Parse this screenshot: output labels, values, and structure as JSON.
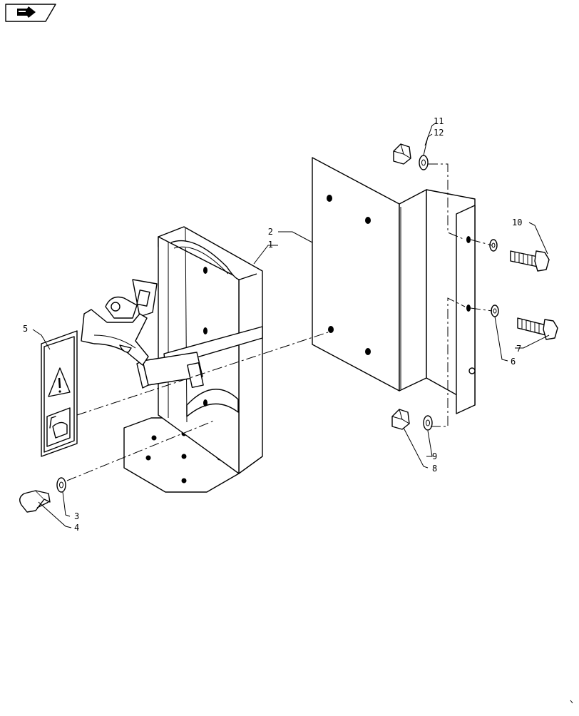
{
  "callouts": {
    "c1": "1",
    "c2": "2",
    "c3": "3",
    "c4": "4",
    "c5": "5",
    "c6": "6",
    "c7": "7",
    "c8": "8",
    "c9": "9",
    "c10": "10",
    "c11": "11",
    "c12": "12"
  },
  "icons": {
    "corner": "next-page-arrow-icon",
    "warning": "warning-triangle-icon",
    "hand": "hand-instruction-icon"
  }
}
